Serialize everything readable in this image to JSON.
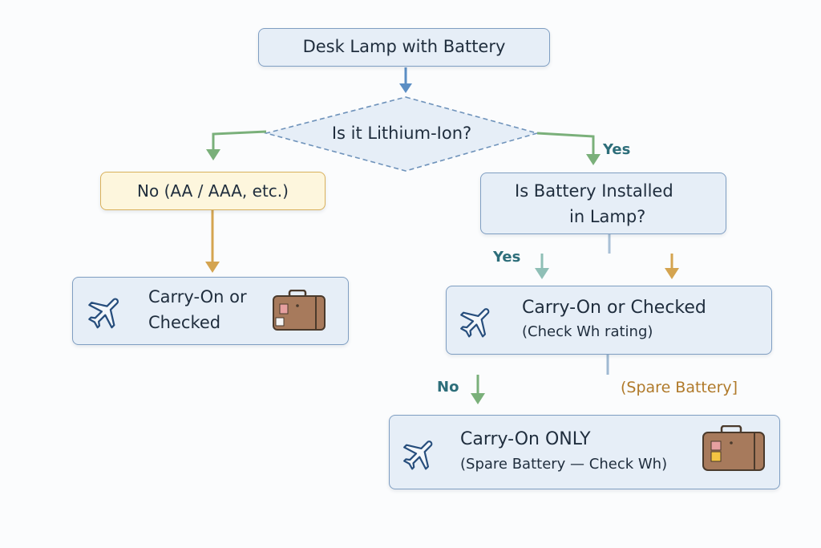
{
  "nodes": {
    "start": "Desk Lamp with Battery",
    "decision_lithium": "Is it Lithium-Ion?",
    "no_alkaline": "No  (AA / AAA, etc.)",
    "decision_installed_line1": "Is Battery Installed",
    "decision_installed_line2": "in Lamp?",
    "result_left_line1": "Carry-On or",
    "result_left_line2": "Checked",
    "result_installed_title": "Carry-On or Checked",
    "result_installed_sub": "(Check Wh rating)",
    "result_spare_title": "Carry-On ONLY",
    "result_spare_sub": "(Spare Battery — Check Wh)"
  },
  "edges": {
    "yes_lithium": "Yes",
    "yes_installed": "Yes",
    "no_installed": "No",
    "spare_battery": "(Spare Battery]"
  },
  "icons": {
    "airplane": "airplane-icon",
    "suitcase": "suitcase-icon"
  },
  "colors": {
    "box_fill": "#e6eef7",
    "box_border": "#7f9ec2",
    "no_box_fill": "#fdf6dd",
    "no_box_border": "#d9b15c",
    "green_arrow": "#7ab07a",
    "gold_arrow": "#d4a450",
    "blue_arrow": "#5b8ec4",
    "yes_label": "#2d6e7a",
    "suitcase": "#a77a5c"
  }
}
